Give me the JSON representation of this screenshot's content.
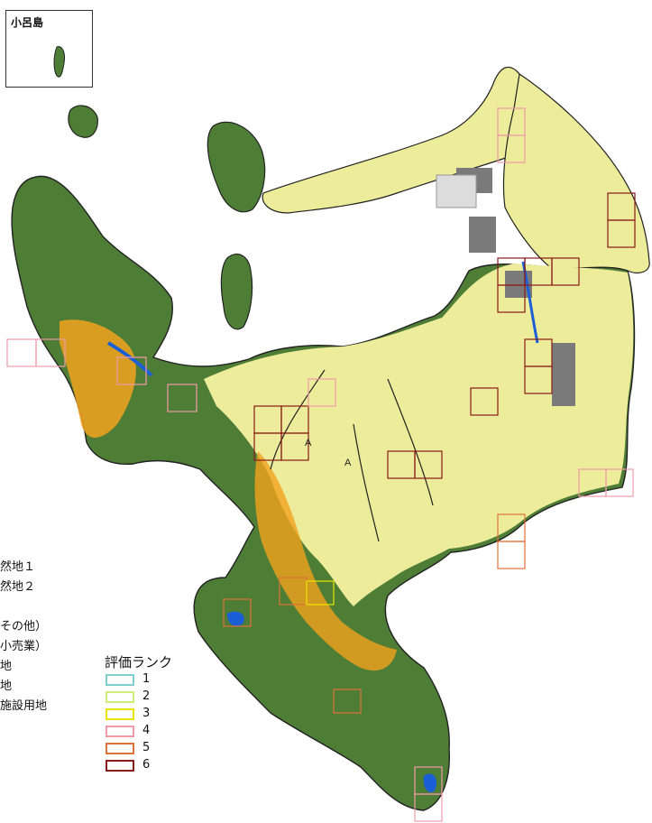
{
  "inset": {
    "title": "小呂島"
  },
  "landuse_legend": {
    "items": [
      "然地１",
      "然地２",
      "その他）",
      "小売業）",
      "地",
      "地",
      "施設用地"
    ]
  },
  "rank_legend": {
    "title": "評価ランク",
    "items": [
      {
        "label": "1",
        "color": "#7fcfcf"
      },
      {
        "label": "2",
        "color": "#ccee77"
      },
      {
        "label": "3",
        "color": "#ece400"
      },
      {
        "label": "4",
        "color": "#f09aa8"
      },
      {
        "label": "5",
        "color": "#e0703a"
      },
      {
        "label": "6",
        "color": "#8a1a1a"
      }
    ]
  },
  "map_colors": {
    "forest": "#4e7d36",
    "urban": "#ecec9a",
    "agri": "#f2a21e",
    "industrial": "#7a7a7a",
    "water": "#1a5fd6",
    "outline": "#222222"
  },
  "map_labels": {
    "a1": "A",
    "a2": "A"
  }
}
